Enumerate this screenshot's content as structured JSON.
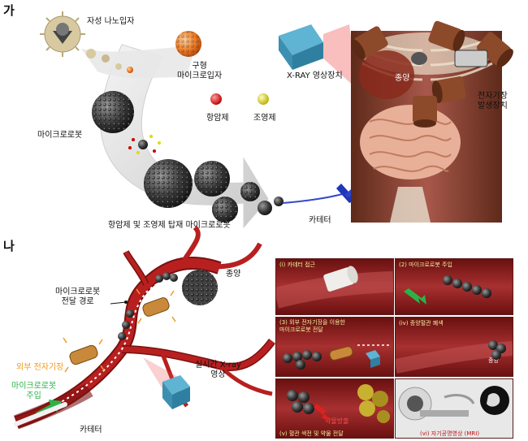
{
  "section_a": {
    "marker": "가",
    "labels": {
      "magnetic_nanoparticle": "자성 나노입자",
      "spherical_microparticle": "구형\n마이크로입자",
      "anticancer_drug": "항암제",
      "contrast_agent": "조영제",
      "microrobot": "마이크로로봇",
      "loaded_microrobot": "항암제 및 조영제 탑재 마이크로로봇",
      "xray_device": "X-RAY 영상장치",
      "tumor": "종양",
      "em_field_device": "전자기장\n발생장치",
      "catheter": "카테터"
    }
  },
  "section_b": {
    "marker": "나",
    "labels": {
      "tumor": "종양",
      "microrobot_path": "마이크로로봇\n전달 경로",
      "external_em_field": "외부 전자기장",
      "microrobot_injection": "마이크로로봇\n주입",
      "realtime_xray": "실시간 X-ray\n영상",
      "catheter": "카테터"
    },
    "panels": [
      {
        "caption": "(i) 카테터 접근"
      },
      {
        "caption": "(2) 마이크로로봇 주입"
      },
      {
        "caption": "(3) 외부 전자기장을 이용한\n마이크로로봇 전달"
      },
      {
        "caption": "(iv) 종양혈관 폐색",
        "extra": "종양"
      },
      {
        "caption": "(v) 혈관 색전 및 약물 전달",
        "extra": "약물방출"
      },
      {
        "caption": "(vi) 자기공명영상 (MRI)"
      }
    ]
  },
  "colors": {
    "vessel": "#8e1616",
    "panel_bg": "#7a1515",
    "arrow_green": "#2bb34a",
    "em_orange": "#f29a1a",
    "caption_yellow": "#f2f0a0",
    "xray_blue": "#3c8fb0"
  }
}
